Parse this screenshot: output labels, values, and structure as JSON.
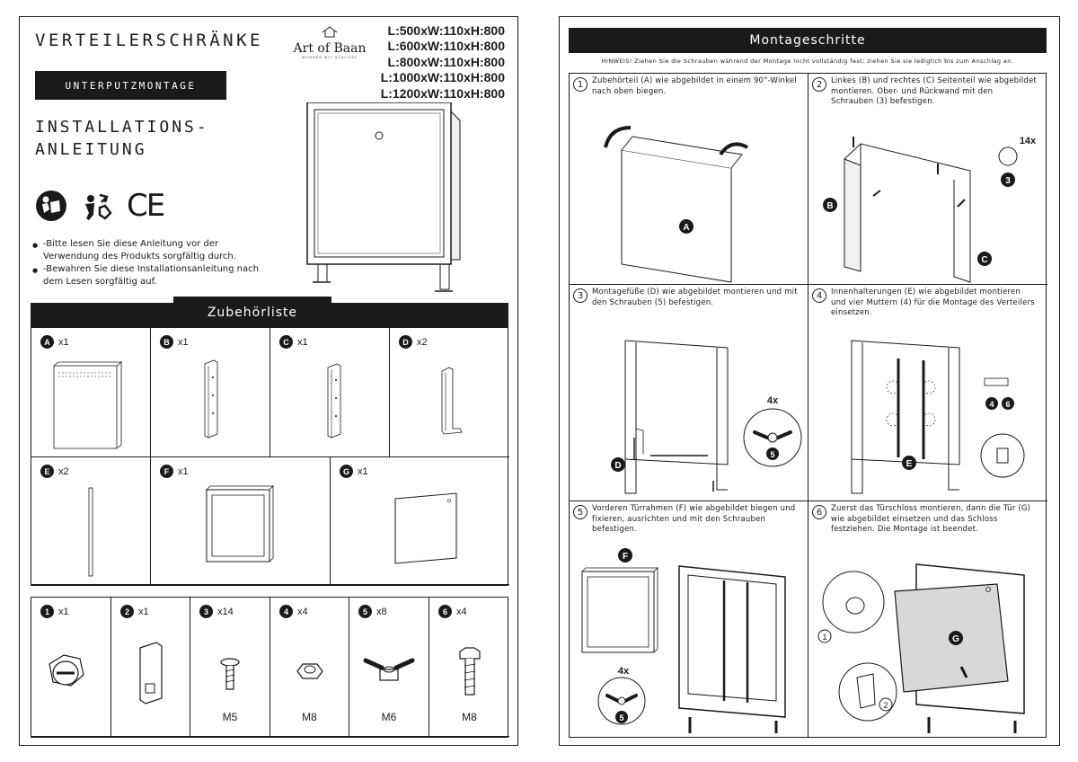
{
  "left": {
    "title": "VERTEILERSCHRÄNKE",
    "logo": {
      "name": "Art of Baan",
      "tagline": "WOHNEN MIT QUALITÄT"
    },
    "sizes": [
      "L:500xW:110xH:800",
      "L:600xW:110xH:800",
      "L:800xW:110xH:800",
      "L:1000xW:110xH:800",
      "L:1200xW:110xH:800"
    ],
    "badge": "UNTERPUTZMONTAGE",
    "subtitle_line1": "INSTALLATIONS-",
    "subtitle_line2": "ANLEITUNG",
    "ce_mark": "CE",
    "notes": [
      "-Bitte lesen Sie diese Anleitung vor der Verwendung des Produkts sorgfältig durch.",
      "-Bewahren Sie diese Installationsanleitung nach dem Lesen sorgfältig auf."
    ],
    "parts_title": "Zubehörliste",
    "parts": [
      {
        "letter": "A",
        "qty": "x1"
      },
      {
        "letter": "B",
        "qty": "x1"
      },
      {
        "letter": "C",
        "qty": "x1"
      },
      {
        "letter": "D",
        "qty": "x2"
      },
      {
        "letter": "E",
        "qty": "x2"
      },
      {
        "letter": "F",
        "qty": "x1"
      },
      {
        "letter": "G",
        "qty": "x1"
      }
    ],
    "hardware": [
      {
        "num": "1",
        "qty": "x1",
        "size": ""
      },
      {
        "num": "2",
        "qty": "x1",
        "size": ""
      },
      {
        "num": "3",
        "qty": "x14",
        "size": "M5"
      },
      {
        "num": "4",
        "qty": "x4",
        "size": "M8"
      },
      {
        "num": "5",
        "qty": "x8",
        "size": "M6"
      },
      {
        "num": "6",
        "qty": "x4",
        "size": "M8"
      }
    ]
  },
  "right": {
    "title": "Montageschritte",
    "hint": "HINWEIS! Ziehen Sie die Schrauben während der Montage nicht vollständig fest; ziehen Sie sie lediglich bis zum Anschlag an.",
    "steps": [
      {
        "num": "1",
        "text": "Zubehörteil (A) wie abgebildet in einem 90°-Winkel nach oben biegen.",
        "callouts": [
          "A"
        ]
      },
      {
        "num": "2",
        "text": "Linkes (B) und rechtes (C) Seitenteil wie abgebildet montieren. Ober- und Rückwand mit den Schrauben (3) befestigen.",
        "callouts": [
          "B",
          "C",
          "3",
          "14x"
        ]
      },
      {
        "num": "3",
        "text": "Montagefüße (D) wie abgebildet montieren und mit den Schrauben (5) befestigen.",
        "callouts": [
          "D",
          "5",
          "4x"
        ]
      },
      {
        "num": "4",
        "text": "Innenhalterungen (E) wie abgebildet montieren und vier Muttern (4) für die Montage des Verteilers einsetzen.",
        "callouts": [
          "E",
          "4",
          "6"
        ]
      },
      {
        "num": "5",
        "text": "Vorderen Türrahmen (F) wie abgebildet biegen und fixieren, ausrichten und mit den Schrauben befestigen.",
        "callouts": [
          "F",
          "5",
          "4x"
        ]
      },
      {
        "num": "6",
        "text": "Zuerst das Türschloss montieren, dann die Tür (G) wie abgebildet einsetzen und das Schloss festziehen. Die Montage ist beendet.",
        "callouts": [
          "G",
          "1",
          "2"
        ]
      }
    ]
  }
}
